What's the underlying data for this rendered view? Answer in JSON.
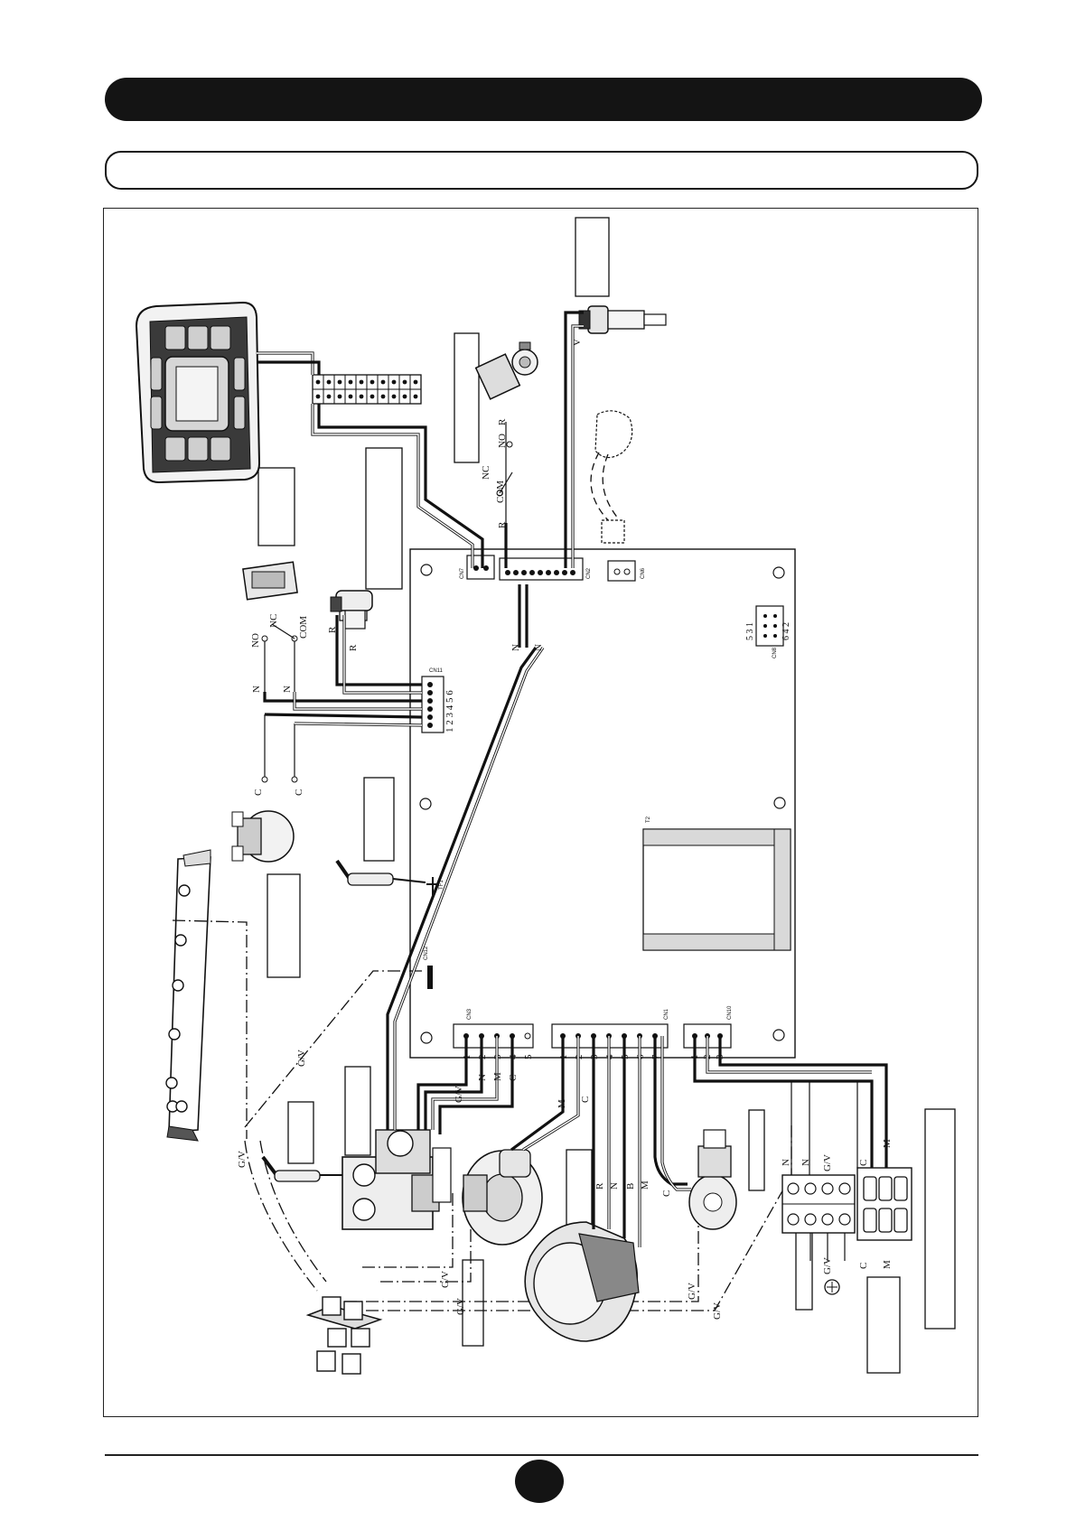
{
  "header": {
    "title": "",
    "subtitle": ""
  },
  "footer": {
    "page_number": ""
  },
  "board": {
    "connectors": [
      "CN7",
      "CN2",
      "CN6",
      "CN11",
      "CN8",
      "CN12",
      "CN3",
      "CN1",
      "CN10",
      "TF1",
      "T2"
    ],
    "cn11_pins": "1 2 3 4 5 6",
    "cn8_pins_top": "5 3 1",
    "cn8_pins_bottom": "6 4 2",
    "cn3_pins": [
      "1",
      "2",
      "3",
      "4",
      "5"
    ],
    "cn1_pins": [
      "1",
      "2",
      "3",
      "4",
      "5",
      "6",
      "7"
    ],
    "cn10_pins": [
      "1",
      "2",
      "3"
    ]
  },
  "wire_labels": {
    "V": "V",
    "R": "R",
    "N": "N",
    "C": "C",
    "M": "M",
    "B": "B",
    "NO": "NO",
    "NC": "NC",
    "COM": "COM",
    "GV": "G/V"
  }
}
